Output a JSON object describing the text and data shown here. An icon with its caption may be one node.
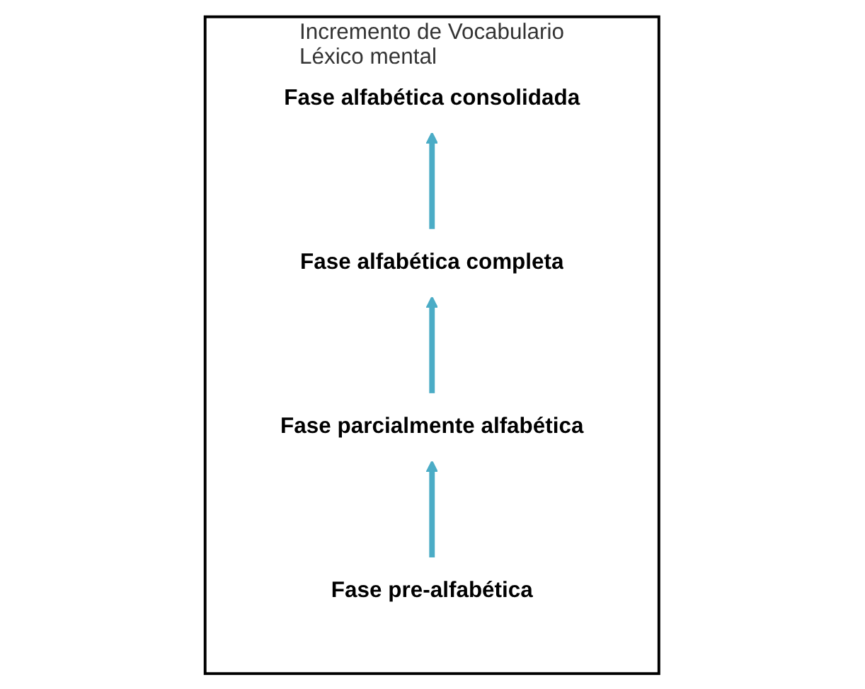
{
  "diagram": {
    "nodes": [
      {
        "text": [
          "Incremento de Vocabulario",
          "Léxico mental"
        ]
      },
      {
        "text": [
          "Fase alfabética consolidada"
        ],
        "in": 0
      },
      {
        "text": [
          "Fase alfabética completa"
        ],
        "in": 0
      },
      {
        "text": [
          "Fase parcialmente alfabética"
        ],
        "in": 0
      },
      {
        "text": [
          "Fase pre-alfabética"
        ],
        "in": 0
      }
    ],
    "edges": [
      {
        "from": 4,
        "to": 3,
        "arrow": "to"
      },
      {
        "from": 3,
        "to": 2,
        "arrow": "to"
      },
      {
        "from": 2,
        "to": 1,
        "arrow": "to"
      }
    ]
  }
}
